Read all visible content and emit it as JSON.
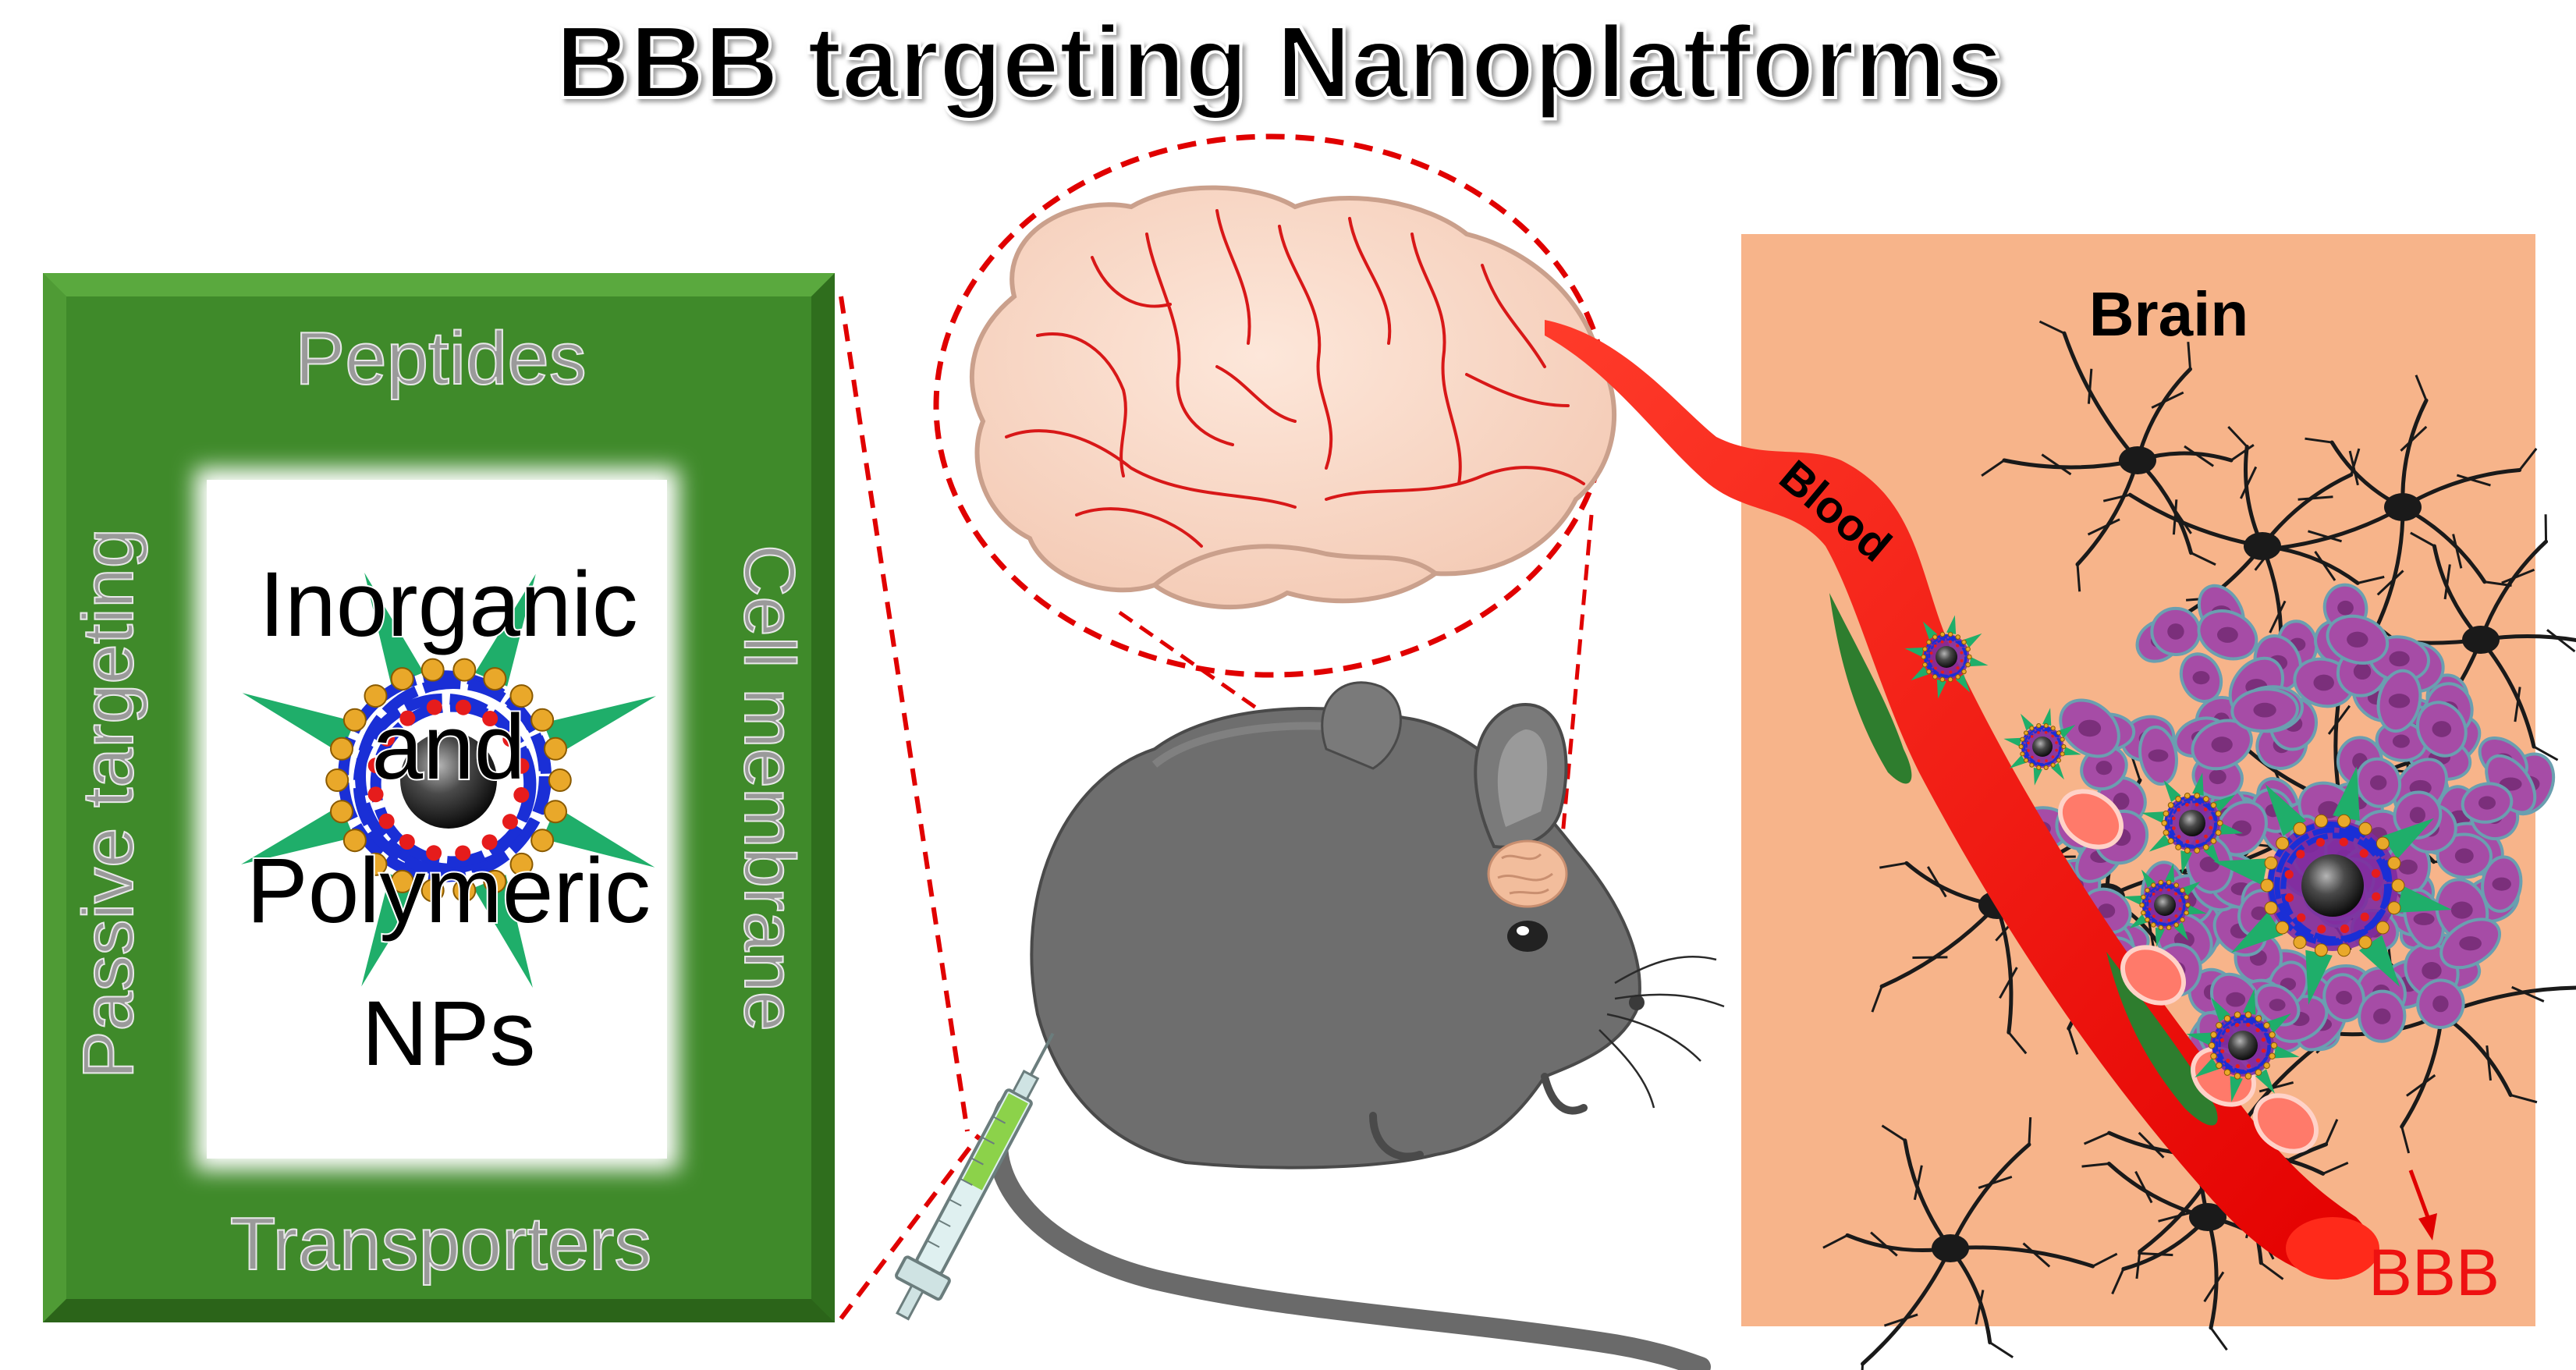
{
  "title": "BBB targeting Nanoplatforms",
  "left_panel": {
    "top_label": "Peptides",
    "left_label": "Passive targeting",
    "right_label": "Cell membrane",
    "bottom_label": "Transporters",
    "center_lines": [
      "Inorganic",
      "and",
      "Polymeric",
      "NPs"
    ]
  },
  "right_panel": {
    "brain_label": "Brain",
    "blood_label": "Blood",
    "bbb_label": "BBB"
  },
  "colors": {
    "panel_green": "#3f8a2a",
    "tissue_peach": "#f7b48a",
    "blood_red": "#ee1111",
    "tumor_purple": "#a64ca6",
    "mouse_gray": "#6e6e6e",
    "brain_pink": "#f6d8c8"
  }
}
